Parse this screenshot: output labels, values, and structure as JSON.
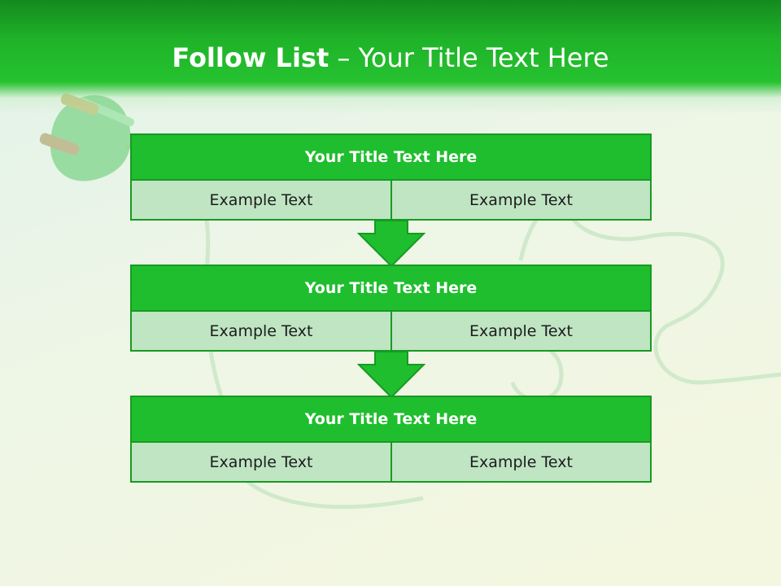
{
  "title": {
    "bold": "Follow List",
    "rest": " – Your Title Text Here"
  },
  "background": {
    "image": "green-electric-plug-icon"
  },
  "blocks": [
    {
      "title": "Your Title Text Here",
      "cells": [
        "Example Text",
        "Example Text"
      ]
    },
    {
      "title": "Your Title Text Here",
      "cells": [
        "Example Text",
        "Example Text"
      ]
    },
    {
      "title": "Your Title Text Here",
      "cells": [
        "Example Text",
        "Example Text"
      ]
    }
  ],
  "colors": {
    "header_green": "#1fb329",
    "block_title": "#1fbe2e",
    "block_border": "#179a22",
    "cell_fill": "#bfe5c3"
  }
}
